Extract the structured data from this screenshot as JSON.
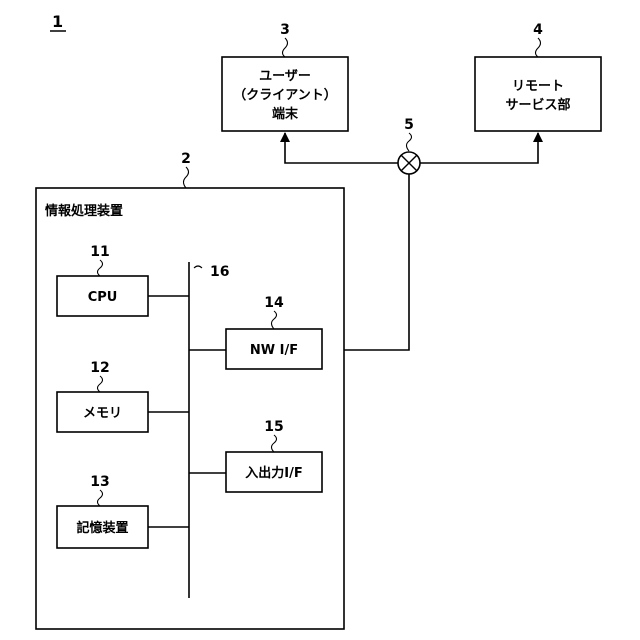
{
  "figure": {
    "figure_number": "1"
  },
  "user_terminal": {
    "ref": "3",
    "lines": [
      "ユーザー",
      "（クライアント）",
      "端末"
    ]
  },
  "remote_service": {
    "ref": "4",
    "lines": [
      "リモート",
      "サービス部"
    ]
  },
  "network": {
    "ref": "5"
  },
  "info_device": {
    "ref": "2",
    "label": "情報処理装置"
  },
  "bus": {
    "ref": "16"
  },
  "cpu": {
    "ref": "11",
    "label": "CPU"
  },
  "memory": {
    "ref": "12",
    "label": "メモリ"
  },
  "storage": {
    "ref": "13",
    "label": "記憶装置"
  },
  "nw_if": {
    "ref": "14",
    "label": "NW I/F"
  },
  "io_if": {
    "ref": "15",
    "label": "入出力I/F"
  }
}
